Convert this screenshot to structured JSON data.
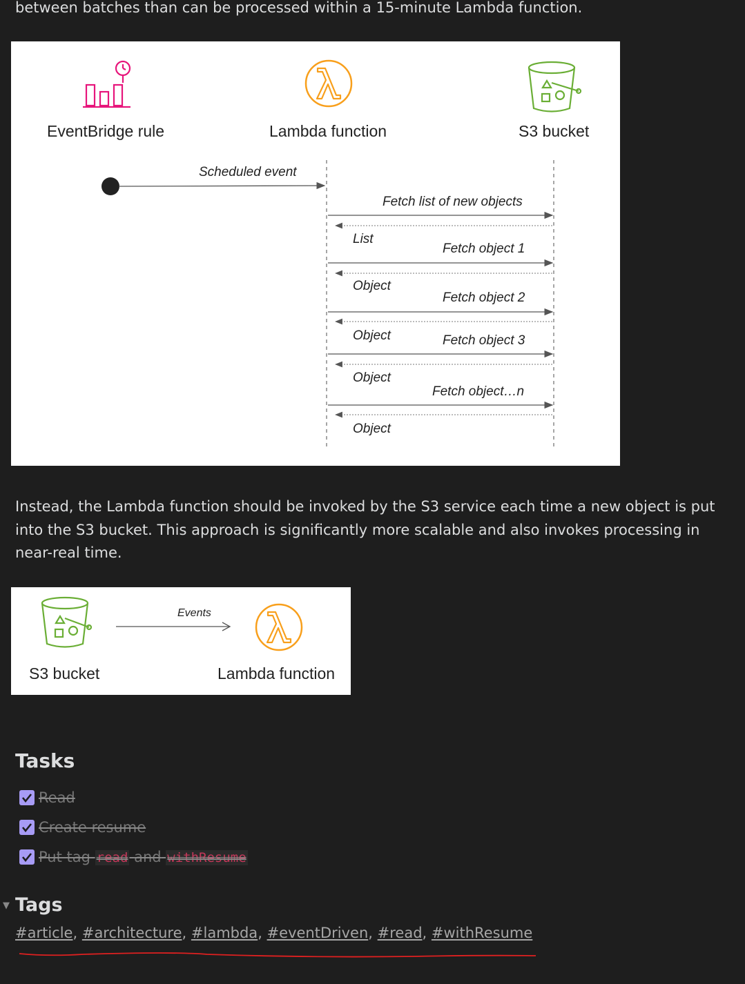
{
  "intro_fragment": "between batches than can be processed within a 15-minute Lambda function.",
  "diagram1": {
    "nodes": {
      "eventbridge": "EventBridge rule",
      "lambda": "Lambda function",
      "s3": "S3 bucket"
    },
    "messages": {
      "scheduled": "Scheduled event",
      "fetch_list": "Fetch list of new objects",
      "list": "List",
      "fetch1": "Fetch object 1",
      "object1": "Object",
      "fetch2": "Fetch object 2",
      "object2": "Object",
      "fetch3": "Fetch object 3",
      "object3": "Object",
      "fetchn": "Fetch object…n",
      "objectn": "Object"
    }
  },
  "paragraph2": "Instead, the Lambda function should be invoked by the S3 service each time a new object is put into the S3 bucket. This approach is significantly more scalable and also invokes processing in near-real time.",
  "diagram2": {
    "s3": "S3 bucket",
    "events": "Events",
    "lambda": "Lambda function"
  },
  "tasks": {
    "heading": "Tasks",
    "items": [
      {
        "label": "Read",
        "done": true
      },
      {
        "label": "Create resume",
        "done": true
      },
      {
        "label_prefix": "Put tag",
        "code1": "read",
        "middle": "and",
        "code2": "withResume",
        "done": true
      }
    ]
  },
  "tags": {
    "heading": "Tags",
    "items": [
      "#article",
      "#architecture",
      "#lambda",
      "#eventDriven",
      "#read",
      "#withResume"
    ],
    "separator": ","
  },
  "colors": {
    "background": "#1e1e1e",
    "text": "#dcddde",
    "checkbox": "#a79bf5",
    "code": "#c4385a",
    "eventbridge_icon": "#e7157b",
    "lambda_icon": "#f89f1b",
    "s3_icon": "#6aae35",
    "annotation_underline": "#e02020"
  }
}
